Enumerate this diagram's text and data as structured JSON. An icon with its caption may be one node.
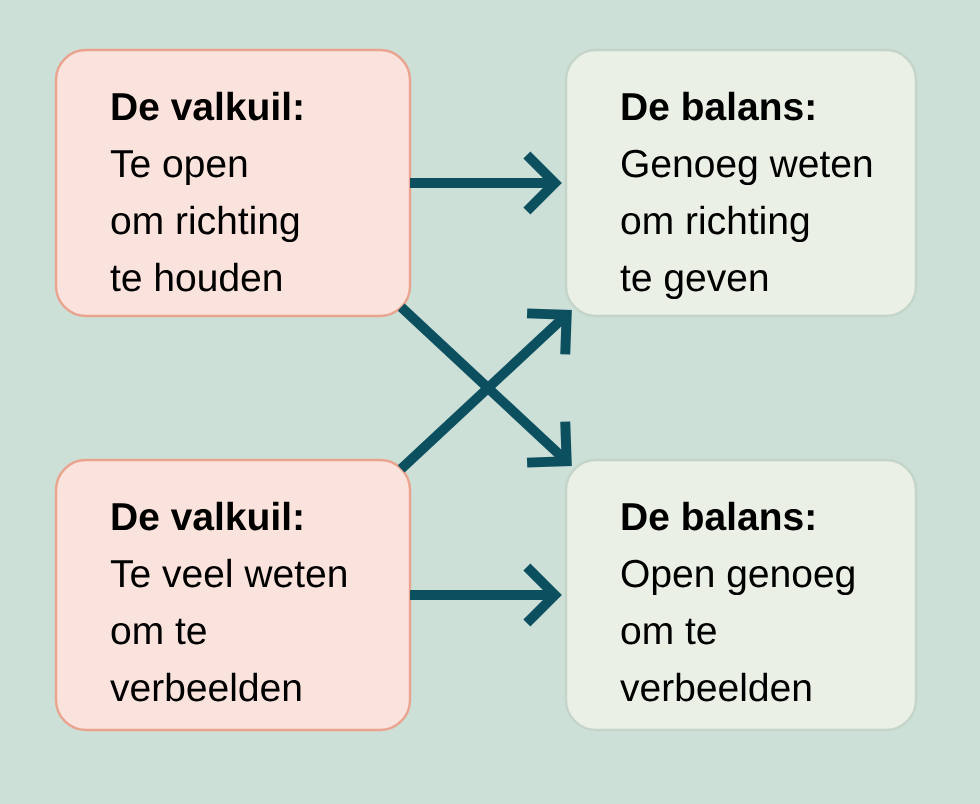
{
  "diagram": {
    "nodes": [
      {
        "text": [
          "De valkuil:",
          "Te open om richting te houden"
        ]
      },
      {
        "text": [
          "De balans:",
          "Genoeg weten om richting te geven"
        ]
      },
      {
        "text": [
          "De valkuil:",
          "Te veel weten om te verbeelden"
        ]
      },
      {
        "text": [
          "De balans:",
          "Open genoeg om te verbeelden"
        ]
      }
    ],
    "edges": [
      {
        "from": 0,
        "to": 1,
        "arrow": "to"
      },
      {
        "from": 0,
        "to": 3,
        "arrow": "to"
      },
      {
        "from": 2,
        "to": 1,
        "arrow": "to"
      },
      {
        "from": 2,
        "to": 3,
        "arrow": "to"
      }
    ]
  }
}
